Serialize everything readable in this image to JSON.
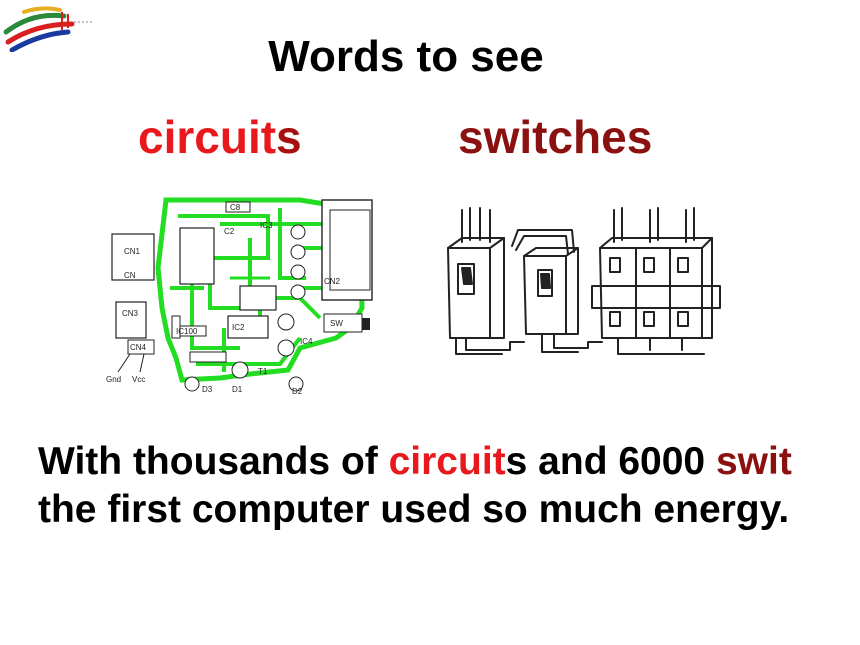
{
  "slide": {
    "title": "Words to see",
    "words": {
      "circuits": {
        "root": "circuit",
        "suffix": "s"
      },
      "switches": "switches"
    },
    "sentence": {
      "line1": {
        "part1": "With thousands of ",
        "kw_circuit": "circuit",
        "part2": "s and 6000 ",
        "kw_switch": "swit"
      },
      "line2": "the first computer used so much energy."
    }
  },
  "images": {
    "circuit_labels": [
      "CN1",
      "CN",
      "CN3",
      "CN4",
      "CN2",
      "IC2",
      "IC4",
      "IC3",
      "C2",
      "C8",
      "SW",
      "D1",
      "D2",
      "D3",
      "T1",
      "Gnd",
      "Vcc",
      "IC100"
    ]
  },
  "colors": {
    "circuit_word": "#e8181c",
    "switch_word": "#8b1010",
    "pcb_green": "#22dd22",
    "text": "#000000"
  },
  "icons": [
    "logo-mark",
    "circuit-board-illustration",
    "switches-illustration"
  ]
}
